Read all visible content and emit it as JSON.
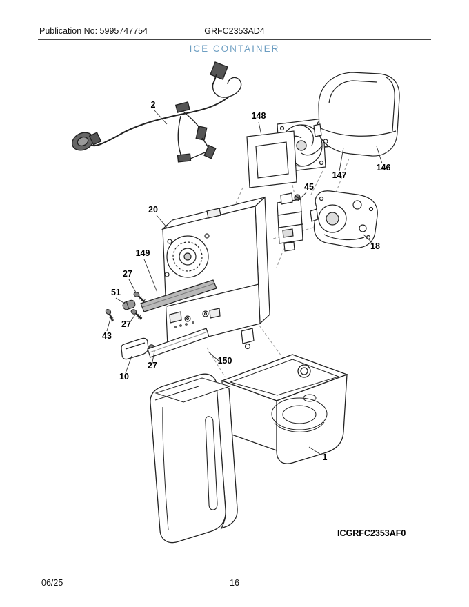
{
  "header": {
    "publication": "Publication No: 5995747754",
    "model": "GRFC2353AD4"
  },
  "title": "ICE CONTAINER",
  "diagram": {
    "code": "ICGRFC2353AF0",
    "callouts": {
      "part1": "1",
      "part2": "2",
      "part10": "10",
      "part18": "18",
      "part20": "20",
      "part27": "27",
      "part43": "43",
      "part45": "45",
      "part51": "51",
      "part146": "146",
      "part147": "147",
      "part148": "148",
      "part149": "149",
      "part150": "150"
    }
  },
  "footer": {
    "date": "06/25",
    "page": "16"
  },
  "colors": {
    "title": "#6d9ec2"
  }
}
